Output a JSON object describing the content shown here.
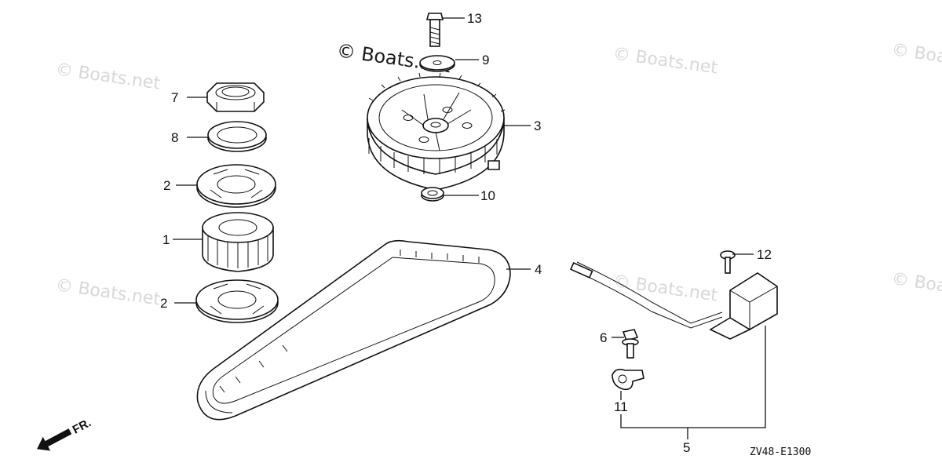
{
  "watermarks": {
    "main": "© Boats.net",
    "faint": "© Boats.net"
  },
  "diagram_code": "ZV48-E1300",
  "direction_label": "FR.",
  "callouts": {
    "c13": "13",
    "c9": "9",
    "c3": "3",
    "c10": "10",
    "c7": "7",
    "c8": "8",
    "c2a": "2",
    "c1": "1",
    "c2b": "2",
    "c4": "4",
    "c12": "12",
    "c6": "6",
    "c11": "11",
    "c5": "5"
  },
  "icons": {
    "direction": "arrow-front-icon"
  }
}
